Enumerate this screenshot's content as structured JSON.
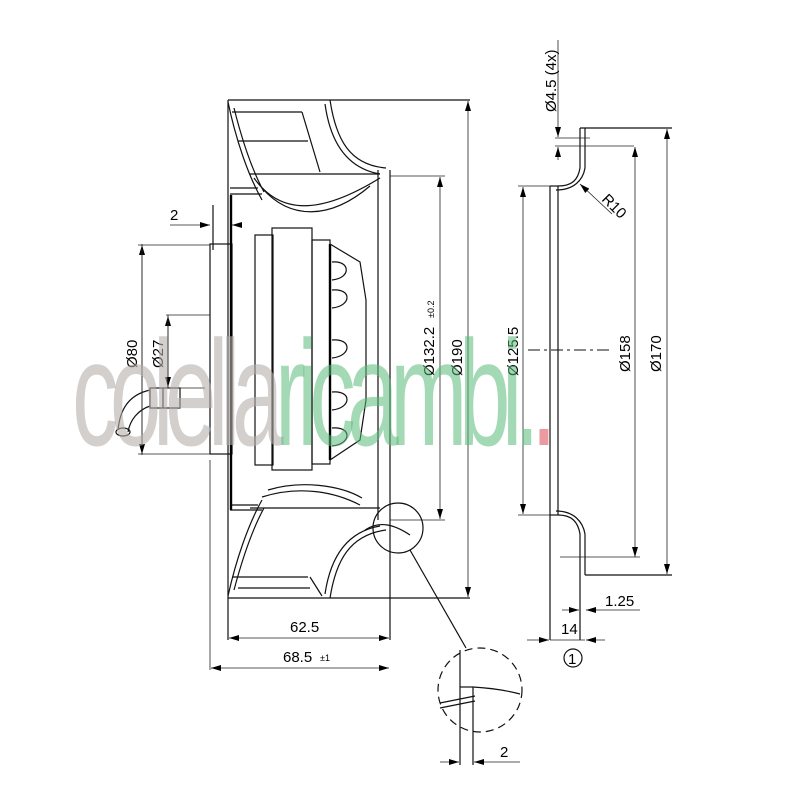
{
  "drawing": {
    "title": "Centrifugal fan dimensional drawing",
    "dimensions": {
      "mount_hole": "Ø4.5 (4x)",
      "radius": "R10",
      "inlet_diameter": "Ø132.2",
      "inlet_tolerance": "±0.2",
      "outer_diameter": "Ø190",
      "motor_diameter": "Ø80",
      "hub_diameter": "Ø27",
      "flange_offset": "2",
      "depth_impeller": "62.5",
      "depth_total": "68.5",
      "depth_total_tolerance": "±1",
      "nozzle_inner": "Ø125.5",
      "hole_circle": "Ø158",
      "flange_outer": "Ø170",
      "sheet_thickness": "1.25",
      "nozzle_depth": "14",
      "detail_gap": "2",
      "detail_marker": "1"
    }
  },
  "watermark": {
    "part1": "colella",
    "part2": "ricambi.",
    "part3": ".",
    "colors": {
      "part1": "#b4afac",
      "part2": "#5ab978",
      "part3": "#e66e78"
    }
  }
}
